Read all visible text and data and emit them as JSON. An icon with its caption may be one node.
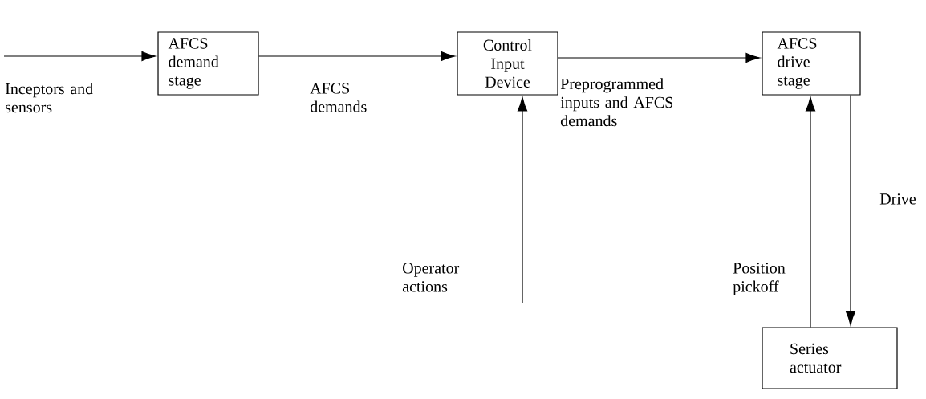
{
  "diagram": {
    "nodes": [
      {
        "text": [
          "AFCS demand stage"
        ]
      },
      {
        "text": [
          "Control Input Device"
        ]
      },
      {
        "text": [
          "AFCS drive stage"
        ]
      },
      {
        "text": [
          "Series actuator"
        ]
      }
    ],
    "edges": [
      {
        "from": null,
        "to": 0,
        "arrow": "to",
        "label": "Inceptors and sensors"
      },
      {
        "from": 0,
        "to": 1,
        "arrow": "to",
        "label": "AFCS demands"
      },
      {
        "from": 1,
        "to": 2,
        "arrow": "to",
        "label": "Preprogrammed inputs and AFCS demands"
      },
      {
        "from": null,
        "to": 1,
        "arrow": "to",
        "label": "Operator actions"
      },
      {
        "from": 3,
        "to": 2,
        "arrow": "to",
        "label": "Position pickoff"
      },
      {
        "from": 2,
        "to": 3,
        "arrow": "to",
        "label": "Drive"
      }
    ]
  }
}
